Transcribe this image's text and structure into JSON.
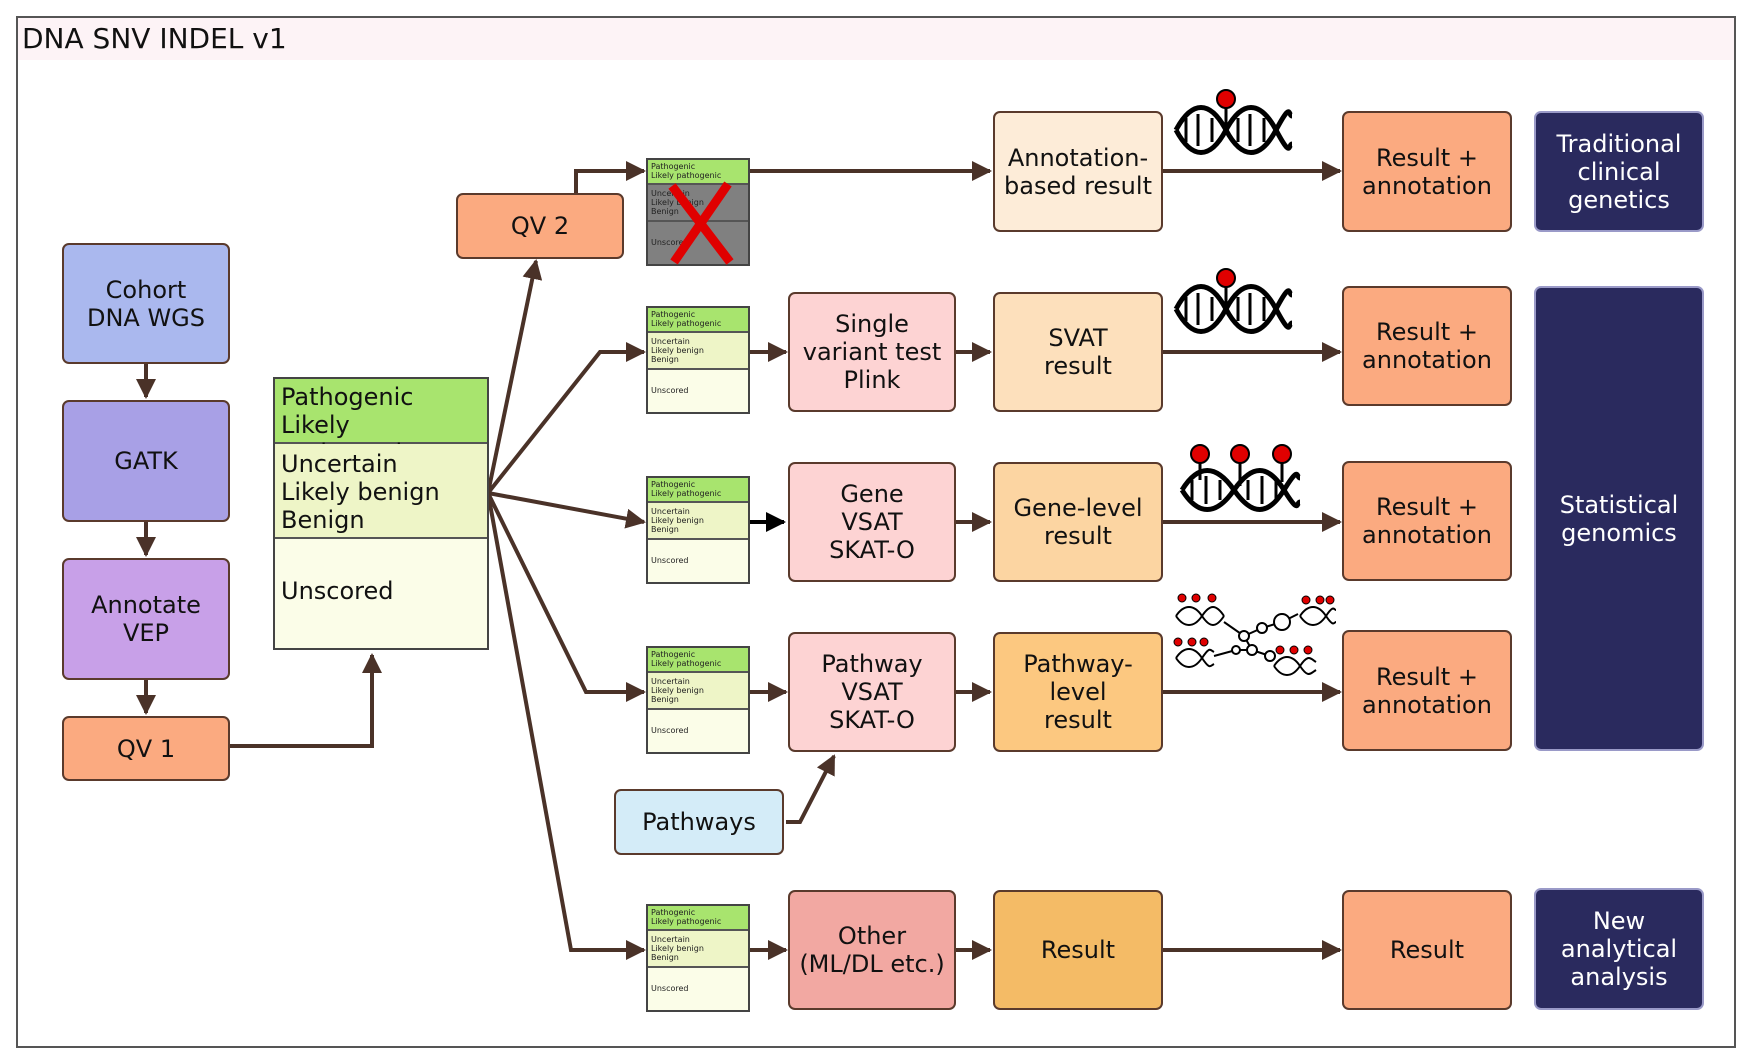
{
  "title": "DNA SNV INDEL v1",
  "pipeline": [
    {
      "label": "Cohort\nDNA WGS",
      "color": "#aab8ee"
    },
    {
      "label": "GATK",
      "color": "#a8a0e6"
    },
    {
      "label": "Annotate\nVEP",
      "color": "#c8a0e8"
    },
    {
      "label": "QV 1",
      "color": "#fbaa80"
    }
  ],
  "qv2": {
    "label": "QV 2",
    "color": "#fbaa80"
  },
  "classification": {
    "pathogenic": "Pathogenic\nLikely pathogenic",
    "uncertain": "Uncertain\nLikely benign\nBenign",
    "unscored": "Unscored"
  },
  "rows": [
    {
      "id": "annotation",
      "method": null,
      "result": "Annotation-\nbased result",
      "result_color": "#fdecd8",
      "output": "Result +\nannotation",
      "filtered": true
    },
    {
      "id": "svat",
      "method": "Single\nvariant test\nPlink",
      "result": "SVAT\nresult",
      "result_color": "#fde0bc",
      "output": "Result +\nannotation",
      "filtered": false
    },
    {
      "id": "gene",
      "method": "Gene\nVSAT\nSKAT-O",
      "result": "Gene-level\nresult",
      "result_color": "#fcd5a2",
      "output": "Result +\nannotation",
      "filtered": false
    },
    {
      "id": "pathway",
      "method": "Pathway\nVSAT\nSKAT-O",
      "result": "Pathway-level\nresult",
      "result_color": "#fcc880",
      "output": "Result +\nannotation",
      "filtered": false
    },
    {
      "id": "other",
      "method": "Other\n(ML/DL etc.)",
      "result": "Result",
      "result_color": "#f4bb66",
      "output": "Result",
      "filtered": false
    }
  ],
  "method_color": "#fdd3d3",
  "other_method_color": "#f2a8a2",
  "output_color": "#fbaa80",
  "pathways": {
    "label": "Pathways",
    "color": "#d4ecf8"
  },
  "categories": [
    {
      "label": "Traditional\nclinical\ngenetics"
    },
    {
      "label": "Statistical\ngenomics"
    },
    {
      "label": "New\nanalytical\nanalysis"
    }
  ],
  "colors": {
    "arrow": "#4a3228",
    "frame": "#555555",
    "dark": "#2a2a5e",
    "pin": "#e00000",
    "cross": "#e00000"
  },
  "icons": [
    "dna-single-variant-icon",
    "dna-single-variant-icon",
    "dna-multi-variant-icon",
    "pathway-network-icon",
    "reject-cross-icon"
  ]
}
